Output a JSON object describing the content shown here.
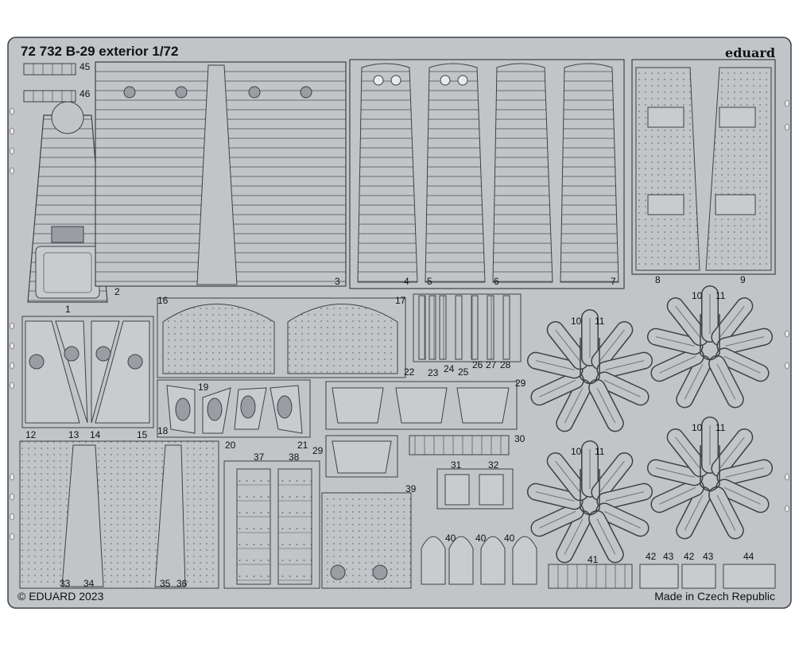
{
  "sheet": {
    "title": "72 732 B-29 exterior 1/72",
    "brand": "eduard",
    "copyright": "© EDUARD 2023",
    "origin": "Made in Czech Republic"
  },
  "colors": {
    "fret": "#c2c5c8",
    "etch_line": "#6f7378",
    "outline": "#3d4045",
    "window": "#ffffff"
  },
  "part_numbers": {
    "p1": "1",
    "p2": "2",
    "p3": "3",
    "p4": "4",
    "p5": "5",
    "p6": "6",
    "p7": "7",
    "p8": "8",
    "p9": "9",
    "p10": "10",
    "p11": "11",
    "p12": "12",
    "p13": "13",
    "p14": "14",
    "p15": "15",
    "p16": "16",
    "p17": "17",
    "p18": "18",
    "p19": "19",
    "p20": "20",
    "p21": "21",
    "p22": "22",
    "p23": "23",
    "p24": "24",
    "p25": "25",
    "p26": "26",
    "p27": "27",
    "p28": "28",
    "p29": "29",
    "p30": "30",
    "p31": "31",
    "p32": "32",
    "p33": "33",
    "p34": "34",
    "p35": "35",
    "p36": "36",
    "p37": "37",
    "p38": "38",
    "p39": "39",
    "p40": "40",
    "p41": "41",
    "p42": "42",
    "p43": "43",
    "p44": "44",
    "p45": "45",
    "p46": "46"
  }
}
